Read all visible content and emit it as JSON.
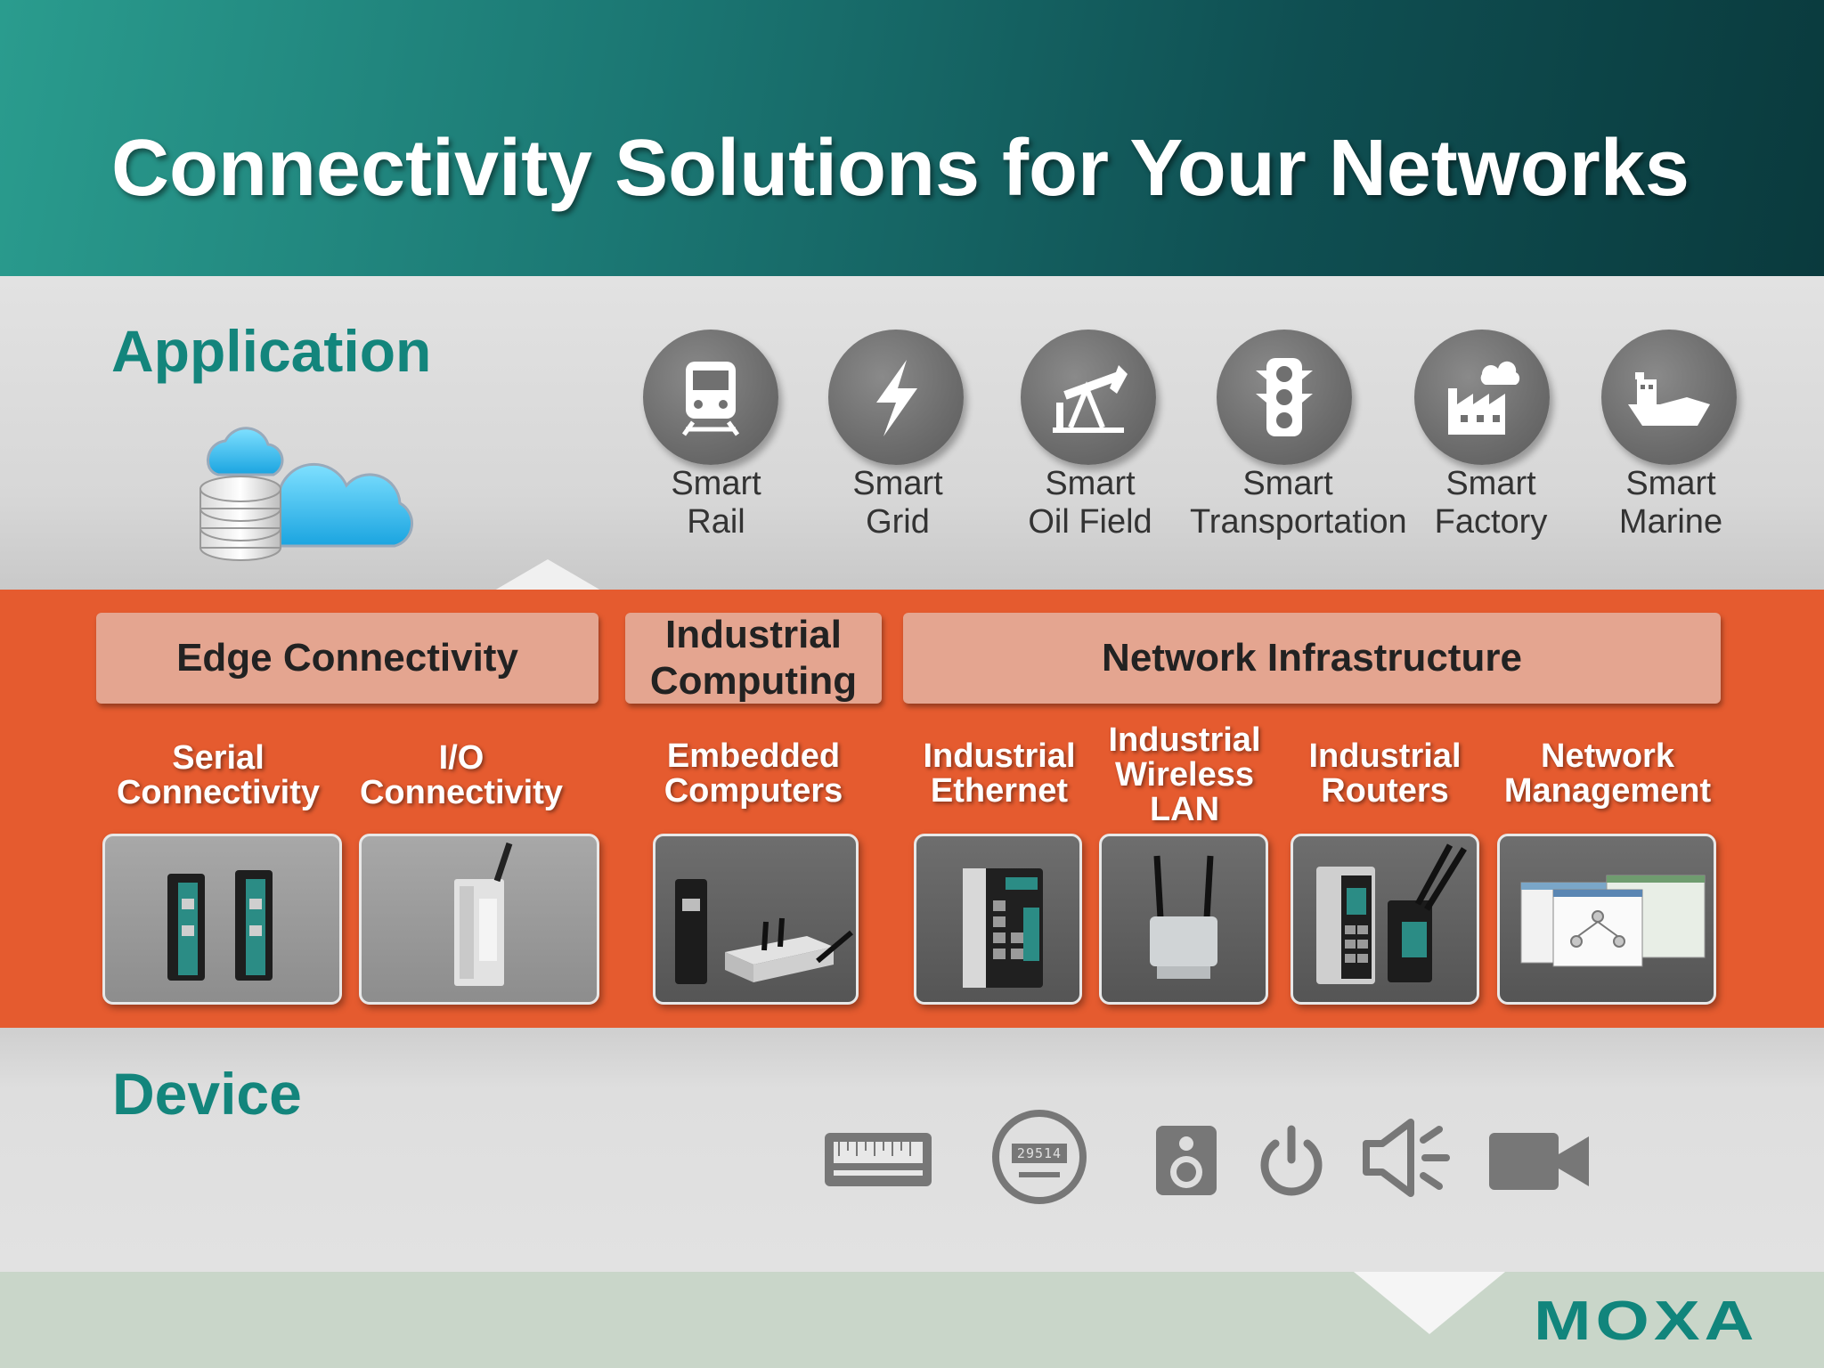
{
  "title": "Connectivity Solutions for Your Networks",
  "application": {
    "label": "Application",
    "items": [
      {
        "label": "Smart\nRail",
        "icon": "train-icon"
      },
      {
        "label": "Smart\nGrid",
        "icon": "lightning-icon"
      },
      {
        "label": "Smart\nOil Field",
        "icon": "oil-pump-icon"
      },
      {
        "label": "Smart\nTransportation",
        "icon": "traffic-light-icon"
      },
      {
        "label": "Smart\nFactory",
        "icon": "factory-icon"
      },
      {
        "label": "Smart\nMarine",
        "icon": "ship-icon"
      }
    ]
  },
  "categories": {
    "edge": "Edge Connectivity",
    "computing": "Industrial\nComputing",
    "network": "Network Infrastructure"
  },
  "subcategories": [
    {
      "label": "Serial\nConnectivity"
    },
    {
      "label": "I/O\nConnectivity"
    },
    {
      "label": "Embedded\nComputers"
    },
    {
      "label": "Industrial\nEthernet"
    },
    {
      "label": "Industrial\nWireless\nLAN"
    },
    {
      "label": "Industrial\nRouters"
    },
    {
      "label": "Network\nManagement"
    }
  ],
  "device": {
    "label": "Device",
    "icons": [
      "ruler-sensor-icon",
      "meter-icon",
      "speaker-icon",
      "power-icon",
      "volume-icon",
      "video-camera-icon"
    ],
    "meter_digits": "29514"
  },
  "brand": {
    "logo": "MOXA"
  },
  "colors": {
    "teal": "#13857c",
    "orange": "#e55b2f",
    "tile_gray": "#8d8d8d"
  }
}
